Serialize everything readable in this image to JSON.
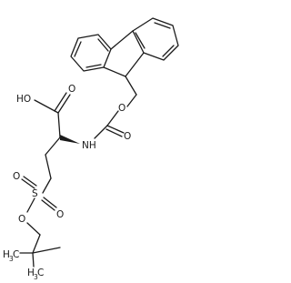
{
  "structure": {
    "atoms": {
      "carboxyl_oh": "HO",
      "carboxyl_o": "O",
      "amide_nh": "NH",
      "carbamate_o_ether": "O",
      "carbamate_o_carbonyl": "O",
      "sulfonyl_s": "S",
      "sulfonyl_o_top": "O",
      "sulfonyl_o_bottom": "O",
      "sulfonate_o_ester": "O",
      "methyl_left_h": "H",
      "methyl_left_c": "C",
      "methyl_left_sub": "3",
      "methyl_bottom_h": "H",
      "methyl_bottom_c": "C",
      "methyl_bottom_sub": "3"
    }
  }
}
